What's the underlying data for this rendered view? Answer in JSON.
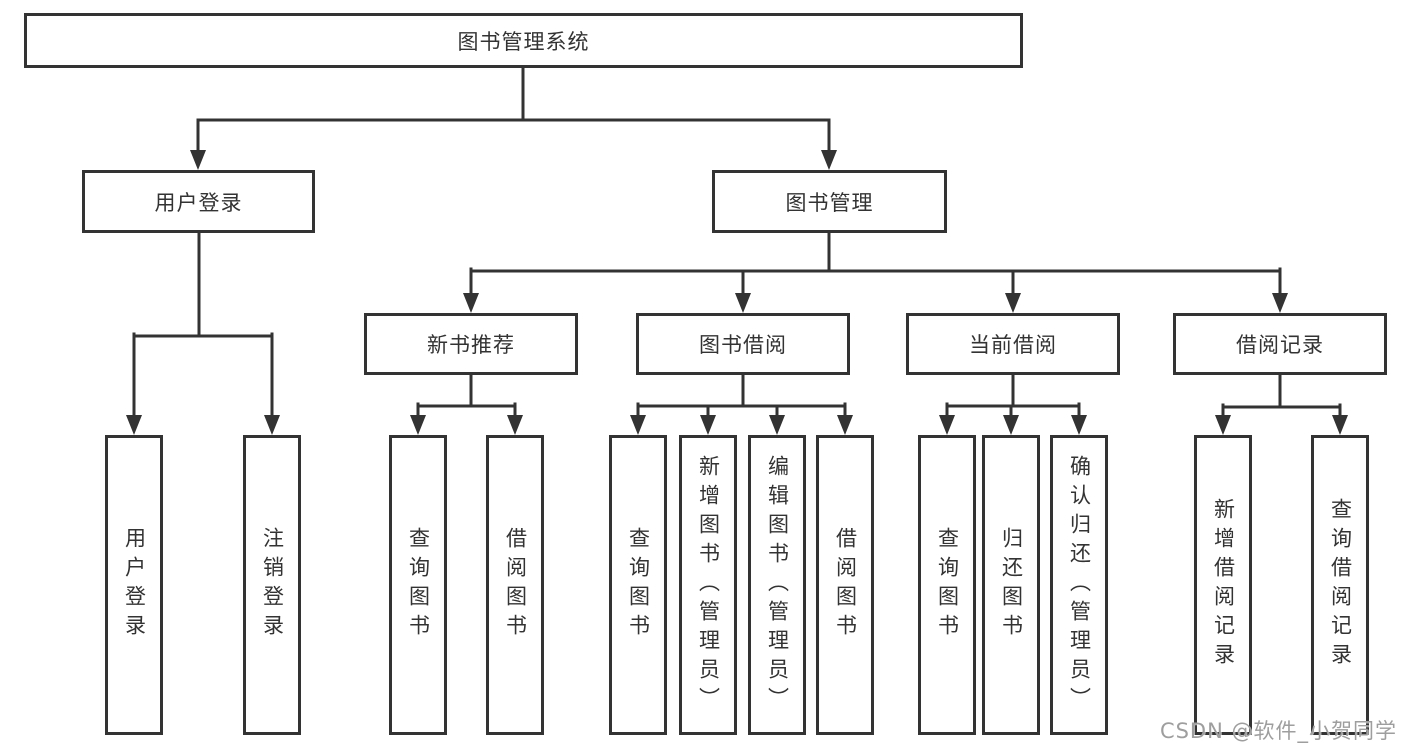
{
  "colors": {
    "line": "#333333",
    "text": "#333333",
    "background": "#ffffff",
    "watermark_text": "#9e9e9e"
  },
  "watermark": {
    "text": "CSDN @软件_小贺同学"
  },
  "tree": {
    "label": "图书管理系统",
    "children": [
      {
        "label": "用户登录",
        "children": [
          {
            "label": "用户登录"
          },
          {
            "label": "注销登录"
          }
        ]
      },
      {
        "label": "图书管理",
        "children": [
          {
            "label": "新书推荐",
            "children": [
              {
                "label": "查询图书"
              },
              {
                "label": "借阅图书"
              }
            ]
          },
          {
            "label": "图书借阅",
            "children": [
              {
                "label": "查询图书"
              },
              {
                "label": "新增图书（管理员）"
              },
              {
                "label": "编辑图书（管理员）"
              },
              {
                "label": "借阅图书"
              }
            ]
          },
          {
            "label": "当前借阅",
            "children": [
              {
                "label": "查询图书"
              },
              {
                "label": "归还图书"
              },
              {
                "label": "确认归还（管理员）"
              }
            ]
          },
          {
            "label": "借阅记录",
            "children": [
              {
                "label": "新增借阅记录"
              },
              {
                "label": "查询借阅记录"
              }
            ]
          }
        ]
      }
    ]
  }
}
